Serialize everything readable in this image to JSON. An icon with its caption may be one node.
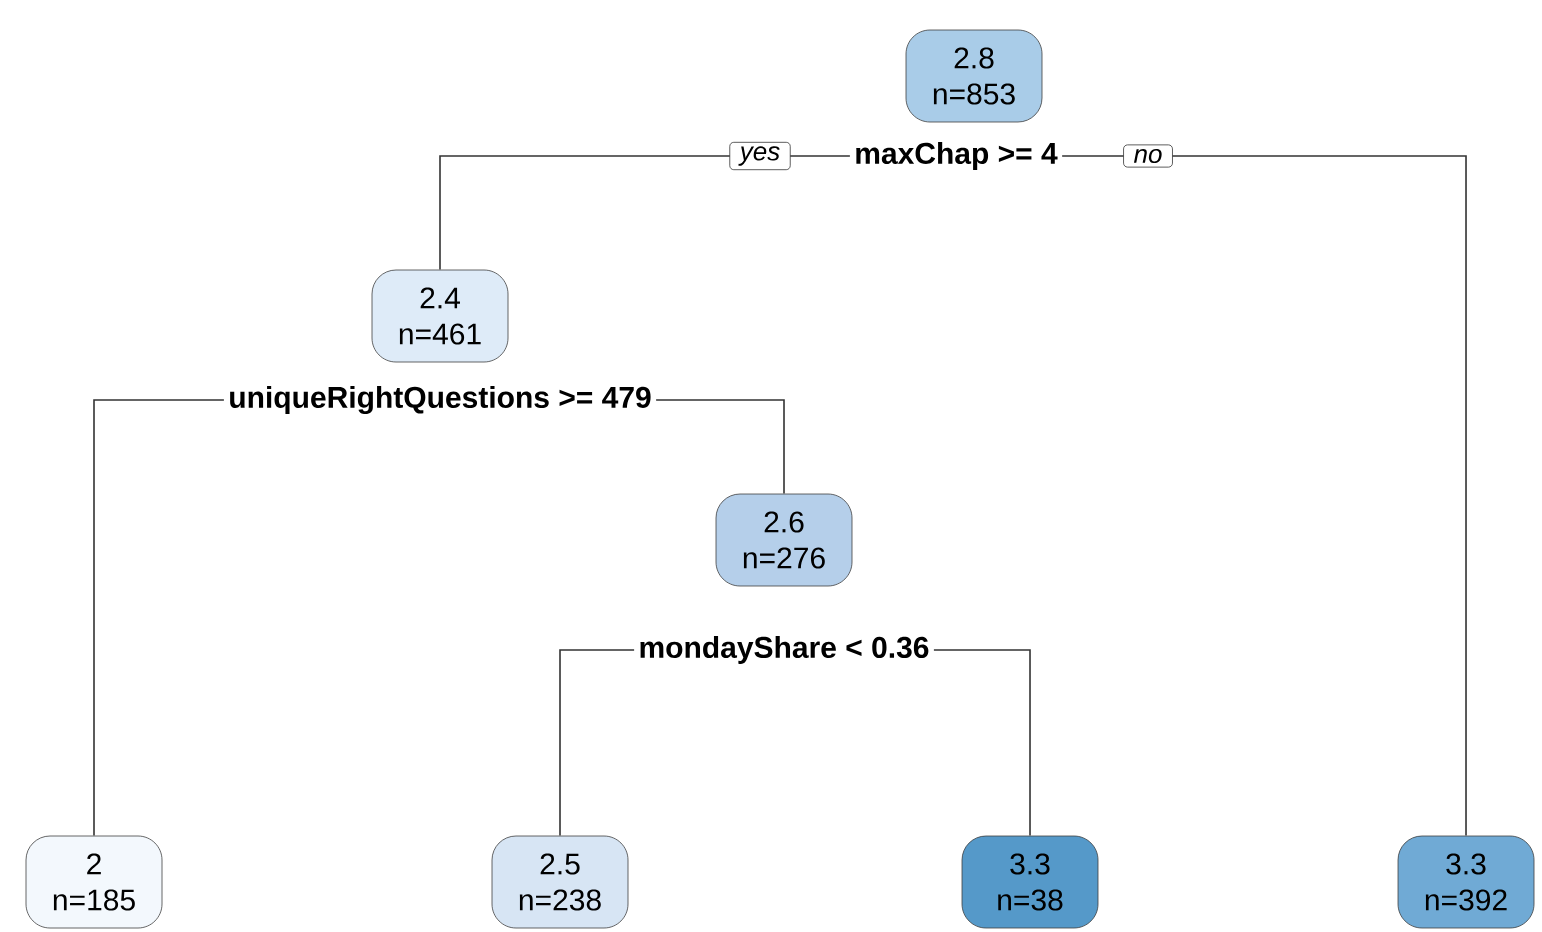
{
  "diagram": {
    "nodes": [
      {
        "text": [
          "2.8",
          "n=853"
        ]
      },
      {
        "text": [
          "maxChap >= 4"
        ]
      },
      {
        "text": [
          "2.4",
          "n=461"
        ]
      },
      {
        "text": [
          "uniqueRightQuestions >= 479"
        ]
      },
      {
        "text": [
          "2",
          "n=185"
        ]
      },
      {
        "text": [
          "2.6",
          "n=276"
        ]
      },
      {
        "text": [
          "mondayShare < 0.36"
        ]
      },
      {
        "text": [
          "2.5",
          "n=238"
        ]
      },
      {
        "text": [
          "3.3",
          "n=38"
        ]
      },
      {
        "text": [
          "3.3",
          "n=392"
        ]
      }
    ],
    "edges": [
      {
        "from": 1,
        "to": 2,
        "arrow": "none",
        "label": "yes"
      },
      {
        "from": 1,
        "to": 9,
        "arrow": "none",
        "label": "no"
      },
      {
        "from": 3,
        "to": 4,
        "arrow": "none"
      },
      {
        "from": 3,
        "to": 5,
        "arrow": "none"
      },
      {
        "from": 6,
        "to": 7,
        "arrow": "none"
      },
      {
        "from": 6,
        "to": 8,
        "arrow": "none"
      }
    ]
  }
}
